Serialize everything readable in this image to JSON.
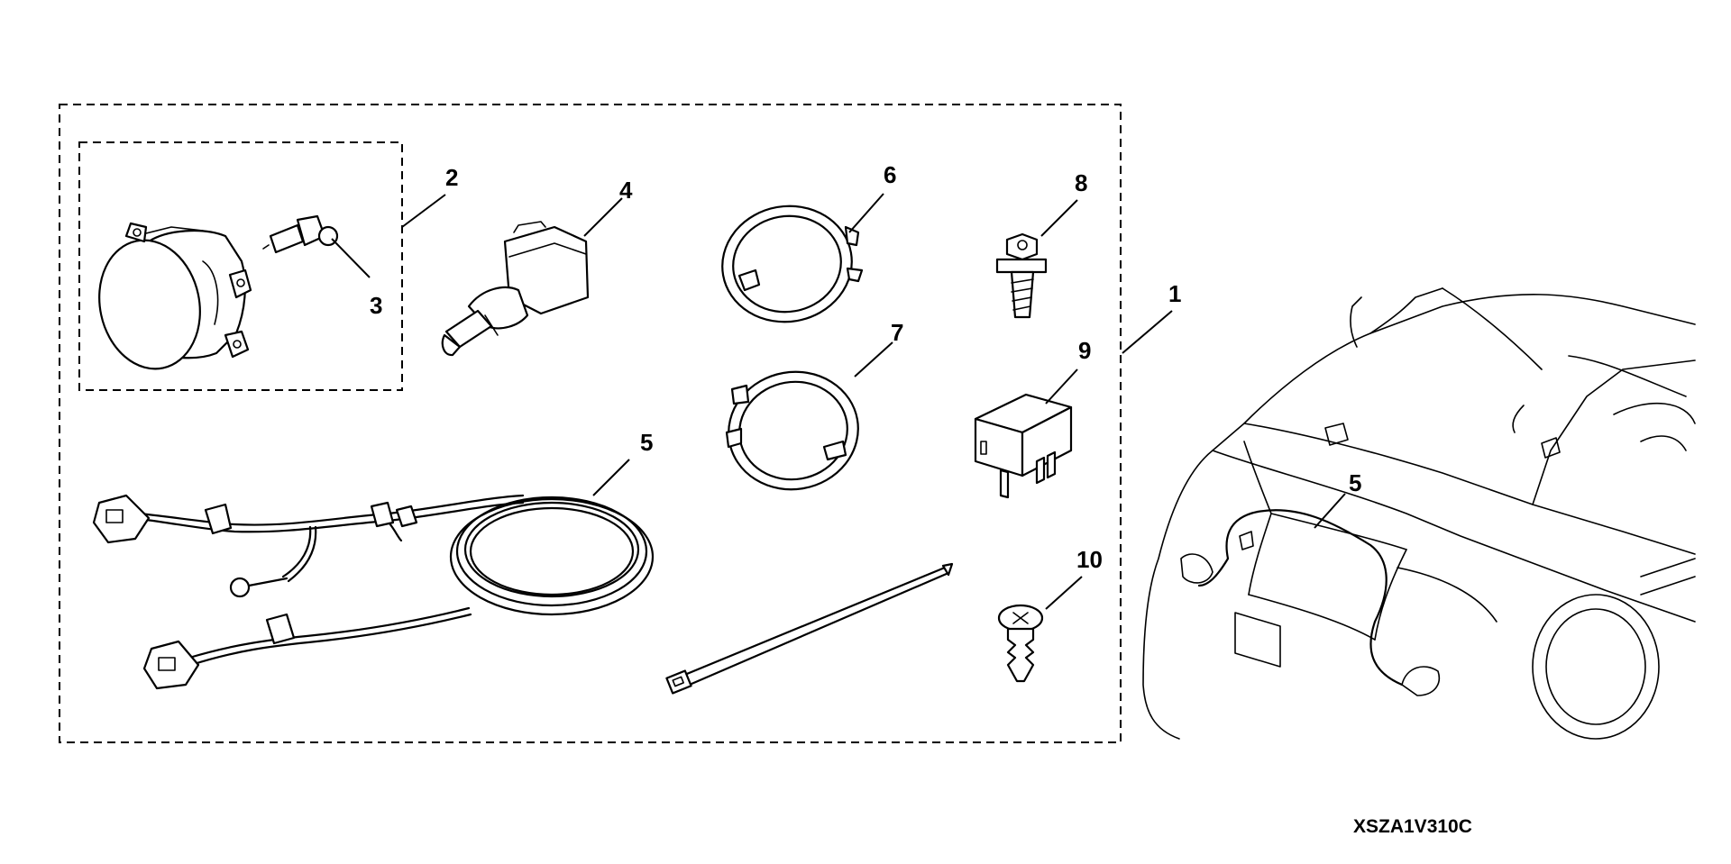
{
  "diagram": {
    "code": "XSZA1V310C",
    "callouts": {
      "c1": "1",
      "c2": "2",
      "c3": "3",
      "c4": "4",
      "c5": "5",
      "c5b": "5",
      "c6": "6",
      "c7": "7",
      "c8": "8",
      "c9": "9",
      "c10": "10"
    }
  }
}
